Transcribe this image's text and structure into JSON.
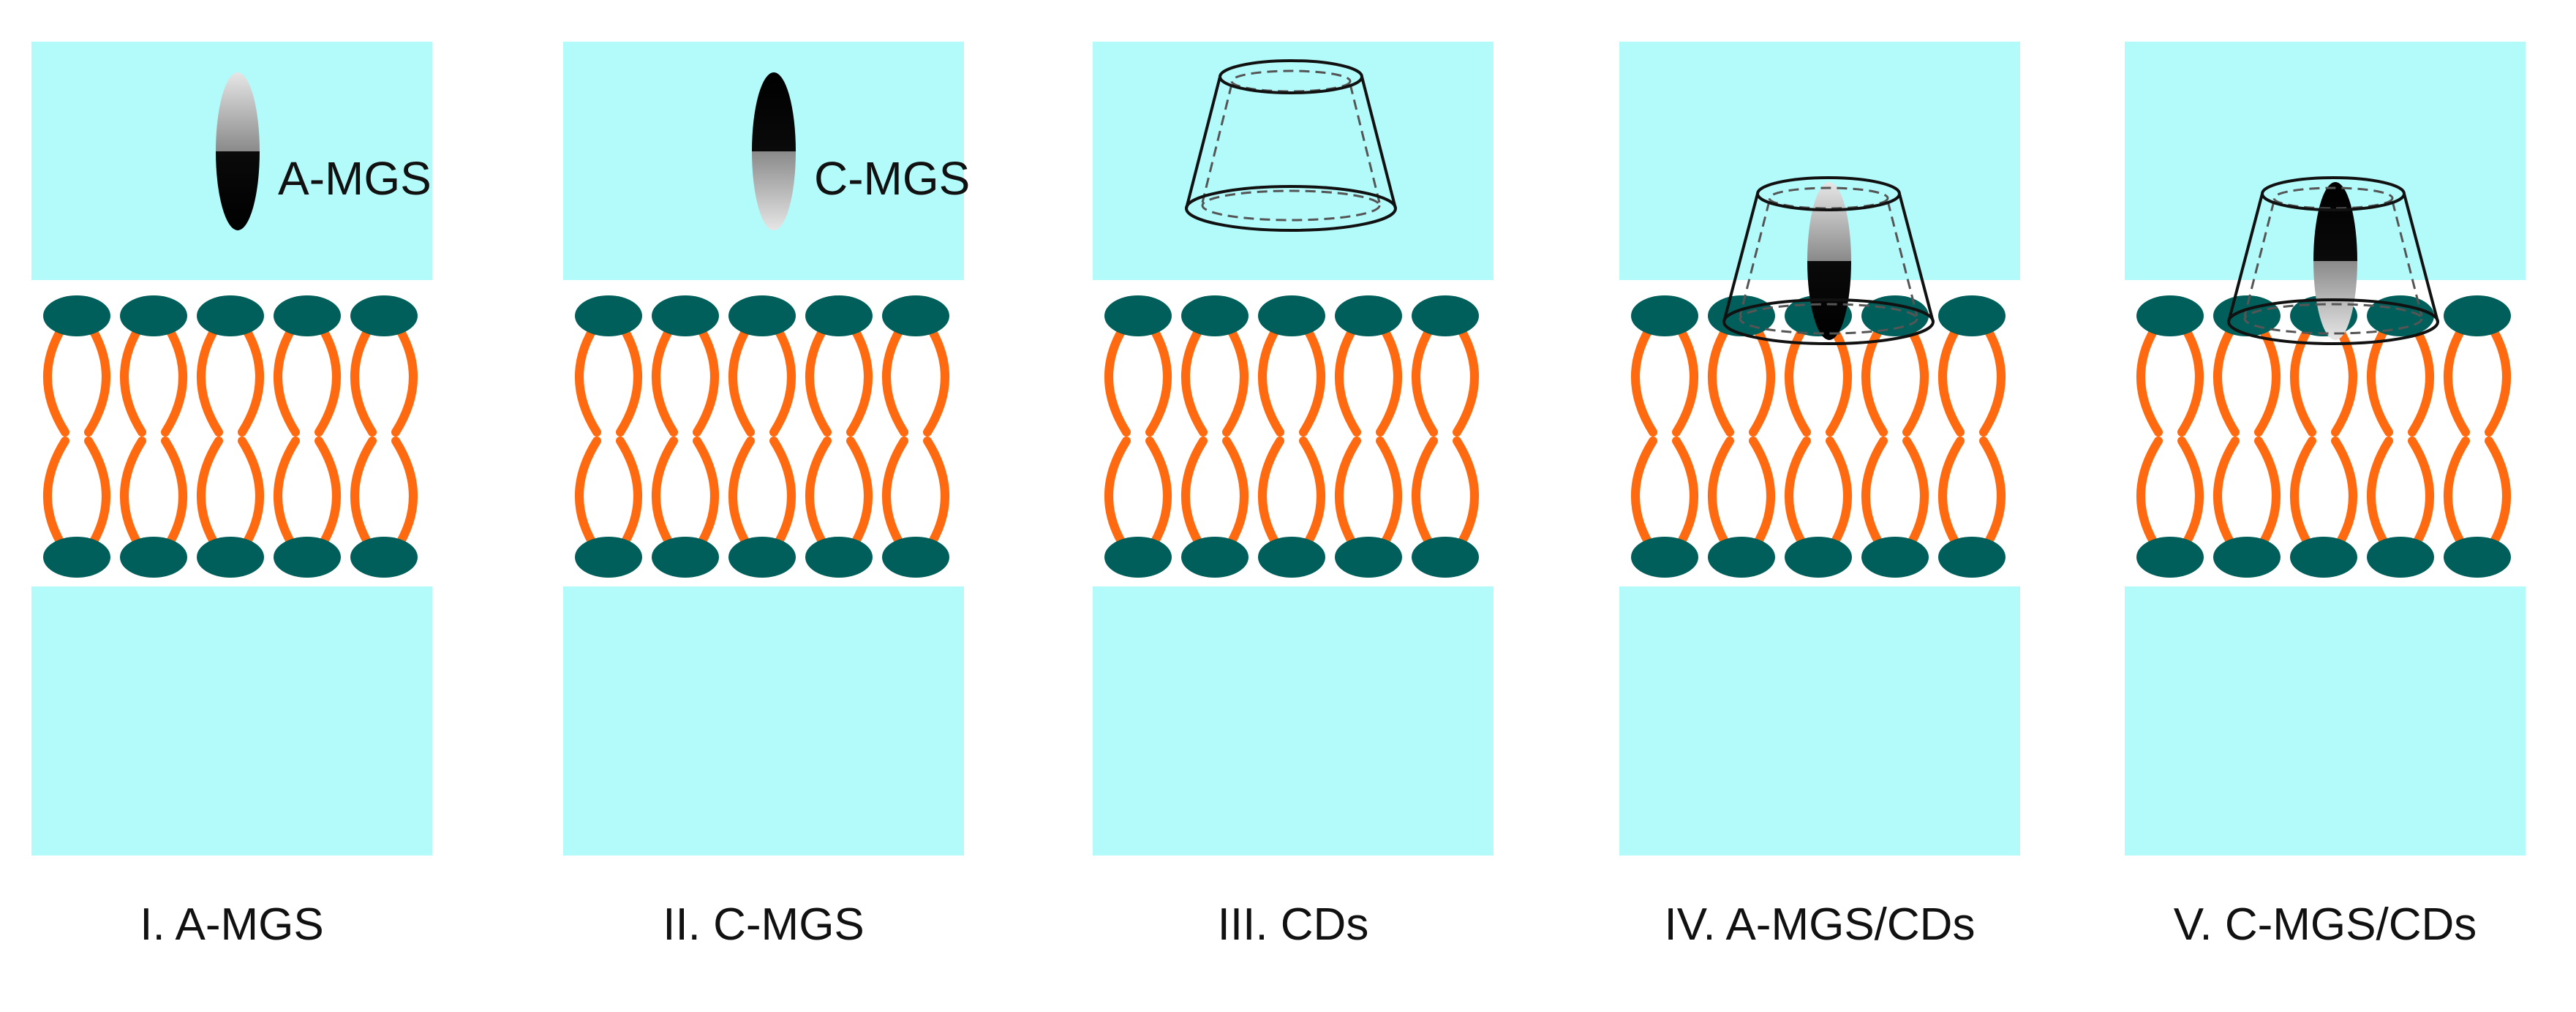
{
  "panels": [
    {
      "caption": "I. A-MGS",
      "molecule_label": "A-MGS",
      "molecule": "A-MGS",
      "has_cd": false
    },
    {
      "caption": "II. C-MGS",
      "molecule_label": "C-MGS",
      "molecule": "C-MGS",
      "has_cd": false
    },
    {
      "caption": "III. CDs",
      "molecule_label": "",
      "molecule": "none",
      "has_cd": true
    },
    {
      "caption": "IV. A-MGS/CDs",
      "molecule_label": "",
      "molecule": "A-MGS",
      "has_cd": true
    },
    {
      "caption": "V. C-MGS/CDs",
      "molecule_label": "",
      "molecule": "C-MGS",
      "has_cd": true
    }
  ],
  "colors": {
    "water": "#b3fbfb",
    "lipid_head": "#005f5a",
    "lipid_tail": "#ff6a10",
    "cd_outline": "#111111"
  }
}
